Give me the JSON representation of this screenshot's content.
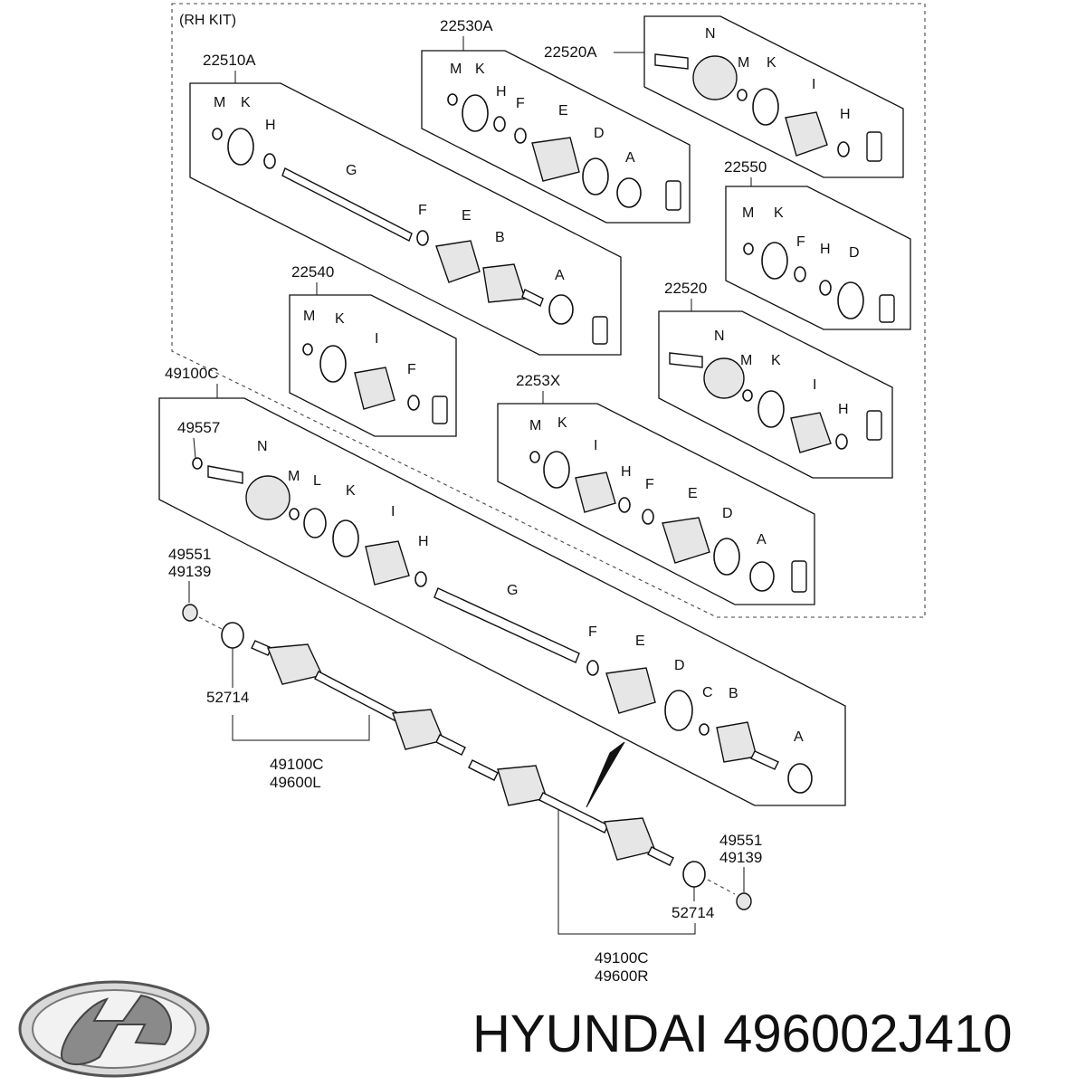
{
  "diagram": {
    "kit_title": "(RH KIT)",
    "refs": {
      "kit_22510A": "22510A",
      "kit_22530A": "22530A",
      "kit_22520A": "22520A",
      "kit_22550": "22550",
      "kit_22540": "22540",
      "kit_22520": "22520",
      "kit_2253X": "2253X",
      "kit_49100C": "49100C",
      "ref_49557": "49557",
      "ref_49551_l": "49551",
      "ref_49139_l": "49139",
      "ref_52714_l": "52714",
      "ref_49100C_l": "49100C",
      "ref_49600L": "49600L",
      "ref_49551_r": "49551",
      "ref_49139_r": "49139",
      "ref_52714_r": "52714",
      "ref_49100C_r": "49100C",
      "ref_49600R": "49600R"
    },
    "letters": {
      "A": "A",
      "B": "B",
      "C": "C",
      "D": "D",
      "E": "E",
      "F": "F",
      "G": "G",
      "H": "H",
      "I": "I",
      "K": "K",
      "L": "L",
      "M": "M",
      "N": "N"
    }
  },
  "brand": {
    "logo_name": "hyundai-logo",
    "caption": "HYUNDAI 496002J410"
  }
}
